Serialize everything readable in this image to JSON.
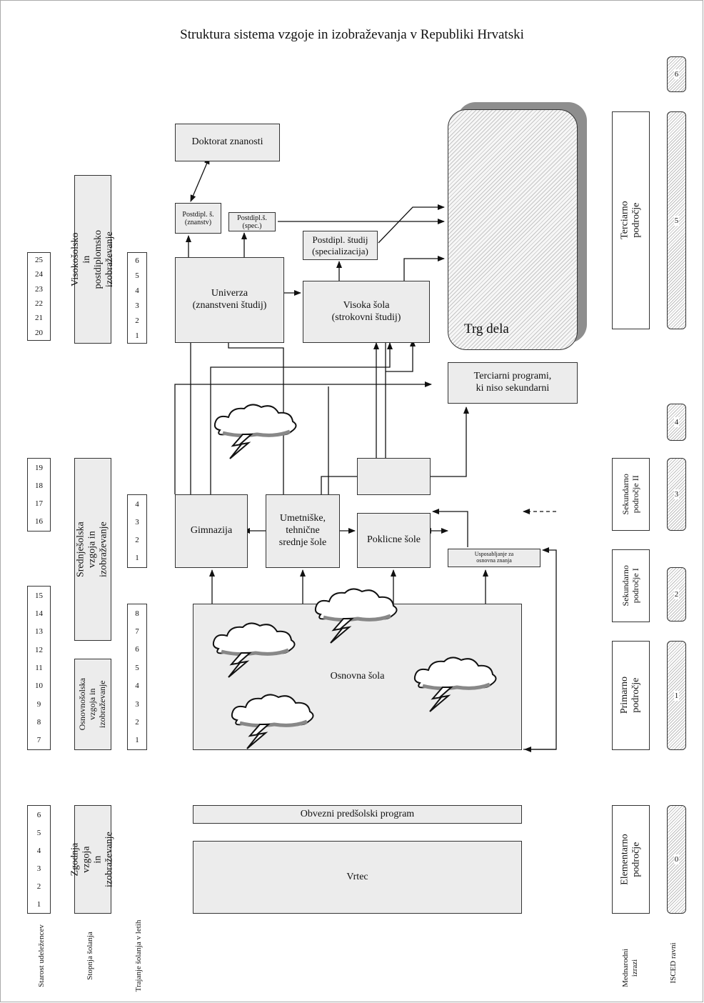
{
  "title": "Struktura sistema vzgoje in izobraževanja v Republiki Hrvatski",
  "boxes": {
    "doktorat": "Doktorat znanosti",
    "postdipl_znanstv": "Postdipl. š.\n(znanstv)",
    "postdipl_spec": "Postdipl.š.\n(spec.)",
    "postdipl_studij": "Postdipl. študij\n(specializacija)",
    "univerza": "Univerza\n(znanstveni študij)",
    "visoka_sola": "Visoka šola\n(strokovni študij)",
    "trg_dela": "Trg dela",
    "terciarni_programi": "Terciarni programi,\nki niso sekundarni",
    "gimnazija": "Gimnazija",
    "umetniske": "Umetniške,\ntehnične\nsrednje šole",
    "poklicne": "Poklicne šole",
    "usposabljanje": "Usposabljanje za\nosnovna znanja",
    "osnovna_sola": "Osnovna šola",
    "predsolski": "Obvezni predšolski program",
    "vrtec": "Vrtec",
    "empty_box": ""
  },
  "ages": {
    "higher": [
      "25",
      "24",
      "23",
      "22",
      "21",
      "20"
    ],
    "secondary": [
      "19",
      "18",
      "17",
      "16"
    ],
    "primary": [
      "15",
      "14",
      "13",
      "12",
      "11",
      "10",
      "9",
      "8",
      "7"
    ],
    "early": [
      "6",
      "5",
      "4",
      "3",
      "2",
      "1"
    ]
  },
  "durations": {
    "higher": [
      "6",
      "5",
      "4",
      "3",
      "2",
      "1"
    ],
    "secondary": [
      "4",
      "3",
      "2",
      "1"
    ],
    "primary": [
      "8",
      "7",
      "6",
      "5",
      "4",
      "3",
      "2",
      "1"
    ]
  },
  "stages": {
    "higher": "Visokošolsko in\npostdiplomsko izobraževanje",
    "secondary": "Srednješolska vzgoja in izobraževanje",
    "primary": "Osnovnošolska\nvzgoja in\nizobraževanje",
    "early": "Zgodnja vzgoja\nin izobraževanje"
  },
  "international": {
    "tertiary": "Terciarno področje",
    "secondary2": "Sekundarno\npodročje II",
    "secondary1": "Sekundarno\npodročje I",
    "primary": "Primarno področje",
    "elementary": "Elementarno področje"
  },
  "isced": [
    "6",
    "5",
    "4",
    "3",
    "2",
    "1",
    "0"
  ],
  "footer": {
    "age": "Starost udeležencev",
    "stage": "Stopnja šolanja",
    "duration": "Trajanje šolanja v letih",
    "intl": "Mednarodni\nizrazi",
    "isced": "ISCED ravni"
  },
  "colors": {
    "box_fill": "#ececec",
    "hatch": "#bdbdbd",
    "shadow": "#8e8e8e"
  }
}
